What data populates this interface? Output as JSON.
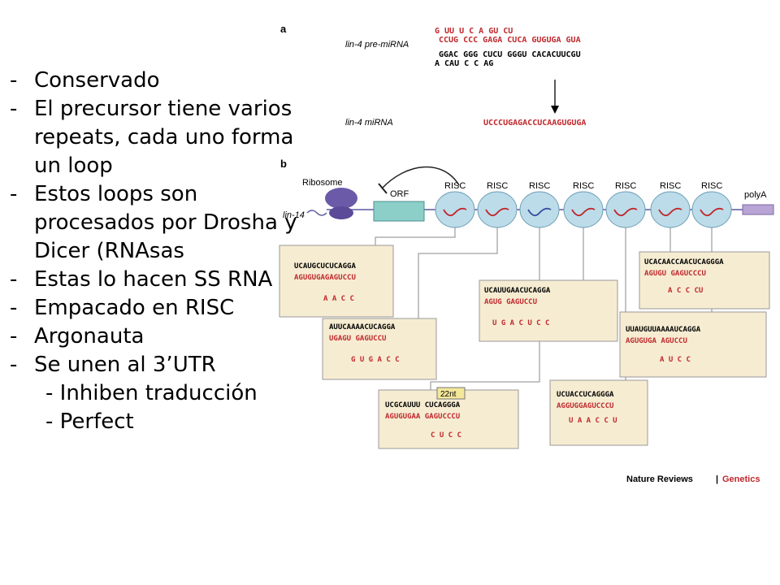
{
  "bullets": [
    {
      "text": "Conservado"
    },
    {
      "text": "El precursor tiene varios  repeats, cada uno forma un loop"
    },
    {
      "text": "Estos loops son procesados por Drosha y Dicer (RNAsas"
    },
    {
      "text": "Estas lo hacen SS RNA"
    },
    {
      "text": "Empacado en RISC"
    },
    {
      "text": "Argonauta"
    },
    {
      "text": "Se unen al 3’UTR"
    }
  ],
  "sub_bullets": [
    "- Inhiben traducción",
    "- Perfect"
  ],
  "panel_a": {
    "letter": "a",
    "pre_label": "lin-4 pre-miRNA",
    "mirna_label": "lin-4 miRNA",
    "mirna_seq": "UCCCUGAGACCUCAAGUGUGA",
    "top_bulge": "G  UU  U  C  A    GU  CU",
    "top_strand": "CCUG CCC GAGA CUCA GUGUGA GUA",
    "bottom_strand": "GGAC GGG CUCU GGGU CACACUUCGU",
    "bottom_bulge": "A  CAU  C  C  AG"
  },
  "panel_b": {
    "letter": "b",
    "ribosome_label": "Ribosome",
    "gene_label": "lin-14",
    "orf_label": "ORF",
    "polya_label": "polyA",
    "risc_labels": [
      "RISC",
      "RISC",
      "RISC",
      "RISC",
      "RISC",
      "RISC",
      "RISC"
    ],
    "site_boxes": [
      {
        "top": "UCACAACCAACUCAGGGA",
        "bottom": "AGUGU    GAGUCCCU",
        "loop": "A  C  C  CU"
      },
      {
        "top": "UCAUUGAACUCAGGA",
        "bottom": "AGUG     GAGUCCU",
        "loop": "U  G  A  C  U  C  C"
      },
      {
        "top": "UUAUGUUAAAAUCAGGA",
        "bottom": "AGUGUGA   AGUCCU",
        "loop": "A  U  C  C"
      },
      {
        "top": "UCAUGCUCUCAGGA",
        "bottom": "AGUGUGAGAGUCCU",
        "loop": "A  A  C  C"
      },
      {
        "top": "AUUCAAAACUCAGGA",
        "bottom": "UGAGU   GAGUCCU",
        "loop": "G  U  G  A  C  C"
      },
      {
        "top": "UCGCAUUU     CUCAGGGA",
        "bottom": "AGUGUGAA   GAGUCCCU",
        "loop": "C  U  C  C"
      },
      {
        "top": "UCUACCUCAGGGA",
        "bottom": "AGGUGGAGUCCCU",
        "loop": "U  A  A  C  C  U"
      }
    ],
    "nt_label": "22nt"
  },
  "credit": {
    "journal": "Nature Reviews",
    "separator": "|",
    "section": "Genetics"
  },
  "colors": {
    "rna_red": "#c0282c",
    "risc_fill": "#bcdcea",
    "box_fill": "#f6ecd2",
    "ribosome": "#6a5aa8",
    "orf": "#8ccfc9",
    "polya": "#b9a4d6"
  }
}
